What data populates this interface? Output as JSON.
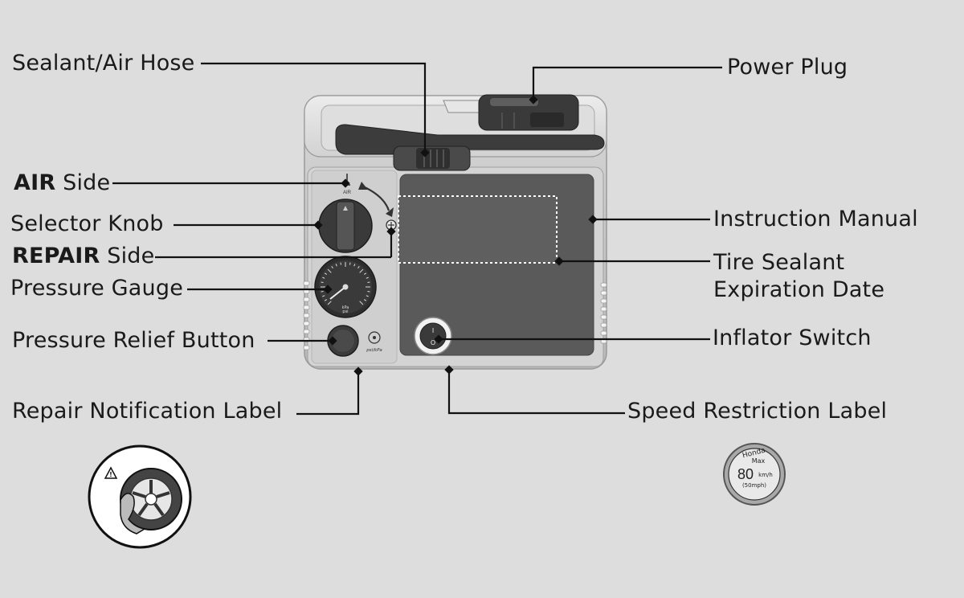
{
  "labels": {
    "sealant_air_hose": "Sealant/Air Hose",
    "power_plug": "Power Plug",
    "air_side_bold": "AIR",
    "air_side_rest": " Side",
    "selector_knob": "Selector Knob",
    "repair_side_bold": "REPAIR",
    "repair_side_rest": " Side",
    "pressure_gauge": "Pressure Gauge",
    "pressure_relief_button": "Pressure Relief Button",
    "repair_notification_label": "Repair Notification Label",
    "instruction_manual": "Instruction Manual",
    "tire_sealant_line1": "Tire Sealant",
    "tire_sealant_line2": "Expiration Date",
    "inflator_switch": "Inflator Switch",
    "speed_restriction_label": "Speed Restriction Label"
  },
  "device_marks": {
    "air_mark": "AIR",
    "gauge_unit_kpa": "kPa",
    "gauge_unit_psi": "psi",
    "relief_mark": "psi/kPa",
    "switch_on": "I",
    "switch_off": "O"
  },
  "speed_badge": {
    "brand": "Honda",
    "max": "Max",
    "speed": "80",
    "speed_unit": "km/h",
    "mph": "(50mph)"
  },
  "colors": {
    "background": "#dcdddc",
    "panel_dark": "#5a5a5a",
    "device_body": "#c9c9c9",
    "leader": "#111111"
  }
}
